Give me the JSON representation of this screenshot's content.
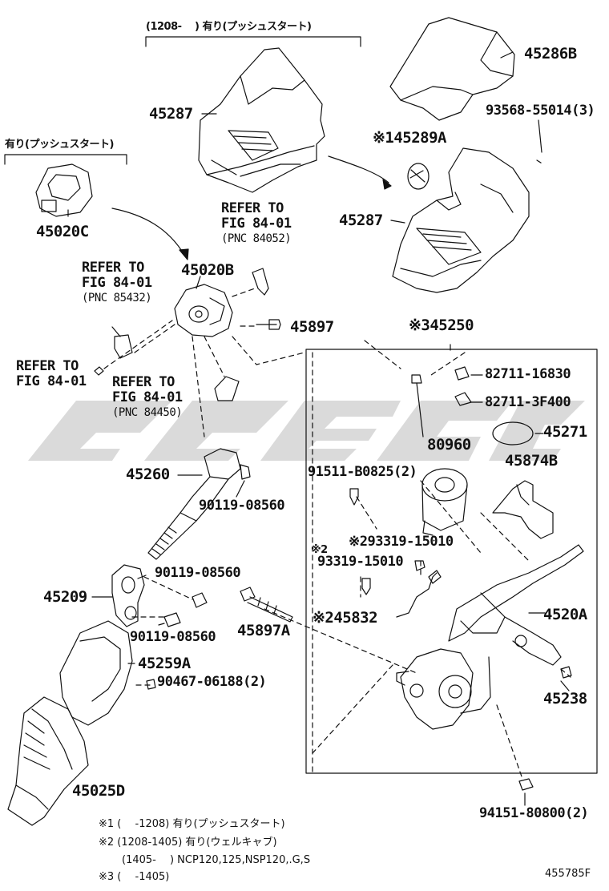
{
  "header": {
    "top_bracket": "(1208-　 ) 有り(プッシュスタート)",
    "left_bracket": "有り(プッシュスタート)"
  },
  "parts": {
    "p45286B": "45286B",
    "p45287_top": "45287",
    "p93568": "93568-55014(3)",
    "p45289A": "※145289A",
    "p45287_mid": "45287",
    "p45020C": "45020C",
    "p45020B": "45020B",
    "p45897": "45897",
    "p45250": "※345250",
    "p82711_16830": "82711-16830",
    "p82711_3F400": "82711-3F400",
    "p45271": "45271",
    "p80960": "80960",
    "p45874B": "45874B",
    "p91511": "91511-B0825(2)",
    "p45260": "45260",
    "p90119_a": "90119-08560",
    "p93319_a": "※293319-15010",
    "p93319_b_mark": "※2",
    "p93319_b": "93319-15010",
    "p90119_b": "90119-08560",
    "p45209": "45209",
    "p45832": "※245832",
    "p45897A": "45897A",
    "p45520A": "4520A",
    "p90119_c": "90119-08560",
    "p45259A": "45259A",
    "p90467": "90467-06188(2)",
    "p45238": "45238",
    "p45025D": "45025D",
    "p94151": "94151-80800(2)"
  },
  "refs": {
    "ref1": {
      "line1": "REFER TO",
      "line2": "FIG 84-01",
      "pnc": "(PNC 84052)"
    },
    "ref2": {
      "line1": "REFER TO",
      "line2": "FIG 84-01",
      "pnc": "(PNC 85432)"
    },
    "ref3": {
      "line1": "REFER TO",
      "line2": "FIG 84-01"
    },
    "ref4": {
      "line1": "REFER TO",
      "line2": "FIG 84-01",
      "pnc": "(PNC 84450)"
    }
  },
  "footnotes": {
    "n1": "※1 (　 -1208) 有り(プッシュスタート)",
    "n2": "※2 (1208-1405) 有り(ウェルキャブ)",
    "n2b": "(1405-　 ) NCP120,125,NSP120,.G,S",
    "n3": "※3 (　 -1405)"
  },
  "figure_id": "455785F",
  "colors": {
    "ink": "#111111",
    "watermark": "#d0d0d0"
  }
}
